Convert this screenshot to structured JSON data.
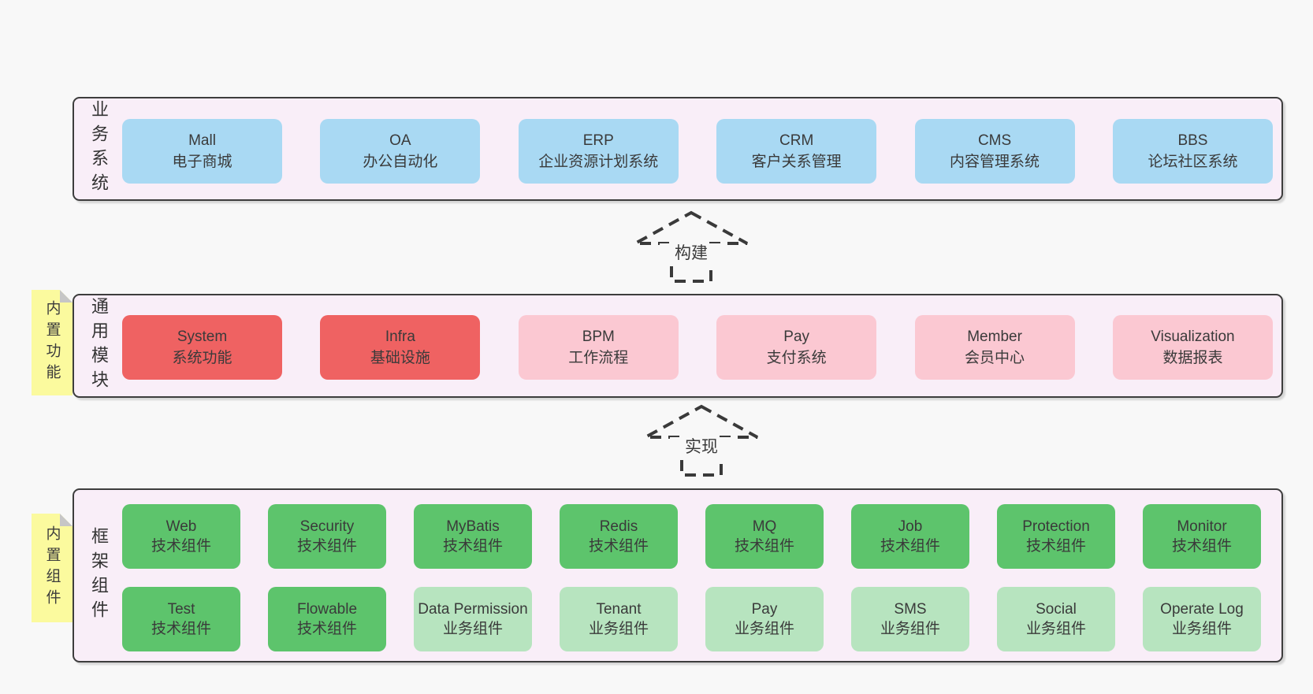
{
  "colors": {
    "page_bg": "#f8f8f8",
    "panel_bg": "#f9eef8",
    "panel_border": "#3d3d3d",
    "blue": "#a9d9f3",
    "red": "#ef6262",
    "pink": "#fbc8d2",
    "green": "#5dc46c",
    "green_light": "#b7e4bf",
    "note_yellow": "#fbfa9e",
    "text": "#3a3a3a"
  },
  "sections": {
    "business": {
      "label": "业务系统",
      "items": [
        {
          "title": "Mall",
          "subtitle": "电子商城"
        },
        {
          "title": "OA",
          "subtitle": "办公自动化"
        },
        {
          "title": "ERP",
          "subtitle": "企业资源计划系统"
        },
        {
          "title": "CRM",
          "subtitle": "客户关系管理"
        },
        {
          "title": "CMS",
          "subtitle": "内容管理系统"
        },
        {
          "title": "BBS",
          "subtitle": "论坛社区系统"
        }
      ]
    },
    "modules": {
      "label": "通用模块",
      "note": "内置功能",
      "items": [
        {
          "title": "System",
          "subtitle": "系统功能"
        },
        {
          "title": "Infra",
          "subtitle": "基础设施"
        },
        {
          "title": "BPM",
          "subtitle": "工作流程"
        },
        {
          "title": "Pay",
          "subtitle": "支付系统"
        },
        {
          "title": "Member",
          "subtitle": "会员中心"
        },
        {
          "title": "Visualization",
          "subtitle": "数据报表"
        }
      ]
    },
    "components": {
      "label": "框架组件",
      "note": "内置组件",
      "items": [
        {
          "title": "Web",
          "subtitle": "技术组件"
        },
        {
          "title": "Security",
          "subtitle": "技术组件"
        },
        {
          "title": "MyBatis",
          "subtitle": "技术组件"
        },
        {
          "title": "Redis",
          "subtitle": "技术组件"
        },
        {
          "title": "MQ",
          "subtitle": "技术组件"
        },
        {
          "title": "Job",
          "subtitle": "技术组件"
        },
        {
          "title": "Protection",
          "subtitle": "技术组件"
        },
        {
          "title": "Monitor",
          "subtitle": "技术组件"
        },
        {
          "title": "Test",
          "subtitle": "技术组件"
        },
        {
          "title": "Flowable",
          "subtitle": "技术组件"
        },
        {
          "title": "Data Permission",
          "subtitle": "业务组件"
        },
        {
          "title": "Tenant",
          "subtitle": "业务组件"
        },
        {
          "title": "Pay",
          "subtitle": "业务组件"
        },
        {
          "title": "SMS",
          "subtitle": "业务组件"
        },
        {
          "title": "Social",
          "subtitle": "业务组件"
        },
        {
          "title": "Operate Log",
          "subtitle": "业务组件"
        }
      ]
    }
  },
  "arrows": {
    "build": "构建",
    "implement": "实现"
  }
}
